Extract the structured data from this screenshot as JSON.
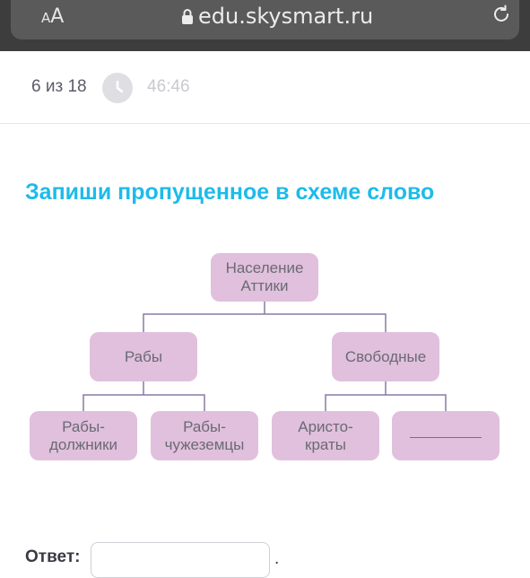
{
  "browser": {
    "aa_small": "A",
    "aa_big": "A",
    "url": "edu.skysmart.ru"
  },
  "status": {
    "counter": "6 из 18",
    "timer": "46:46"
  },
  "task": {
    "title": "Запиши пропущенное в схеме слово"
  },
  "diagram": {
    "root": {
      "line1": "Население",
      "line2": "Аттики"
    },
    "left": "Рабы",
    "right": "Свободные",
    "leaf1": {
      "line1": "Рабы-",
      "line2": "должники"
    },
    "leaf2": {
      "line1": "Рабы-",
      "line2": "чужеземцы"
    },
    "leaf3": {
      "line1": "Аристо-",
      "line2": "краты"
    }
  },
  "answer": {
    "label": "Ответ:",
    "value": "",
    "trailing": "."
  },
  "colors": {
    "title": "#1ebbe9",
    "node": "#e0c0dd",
    "connector": "#8a78a6"
  }
}
